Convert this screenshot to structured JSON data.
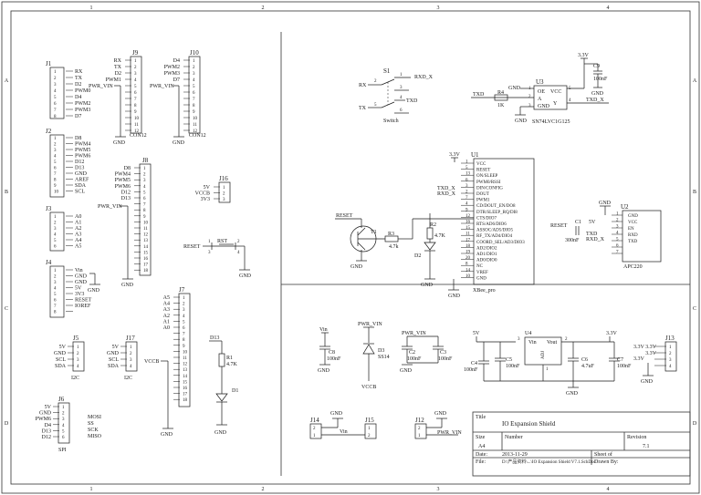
{
  "border": {
    "col_labels": [
      "1",
      "2",
      "3",
      "4"
    ],
    "row_labels": [
      "A",
      "B",
      "C",
      "D"
    ]
  },
  "j1": {
    "ref": "J1",
    "pins": [
      "1",
      "2",
      "3",
      "4",
      "5",
      "6",
      "7",
      "8"
    ],
    "nets": [
      "RX",
      "TX",
      "D2",
      "PWM0",
      "D4",
      "PWM2",
      "PWM3",
      "D7"
    ]
  },
  "j9": {
    "ref": "J9",
    "pins": [
      "1",
      "2",
      "3",
      "4",
      "5",
      "6",
      "7",
      "8",
      "9",
      "10",
      "11",
      "12"
    ],
    "nets": [
      "RX",
      "TX",
      "D2",
      "PWM1"
    ],
    "net_side": "PWR_VIN",
    "part": "CON12",
    "gnd": "GND"
  },
  "j10": {
    "ref": "J10",
    "pins": [
      "1",
      "2",
      "3",
      "4",
      "5",
      "6",
      "7",
      "8",
      "9",
      "10",
      "11",
      "12"
    ],
    "nets": [
      "D4",
      "PWM2",
      "PWM3",
      "D7"
    ],
    "net_side": "PWR_VIN",
    "part": "CON12",
    "gnd": "GND"
  },
  "j2": {
    "ref": "J2",
    "pins": [
      "1",
      "2",
      "3",
      "4",
      "5",
      "6",
      "7",
      "8",
      "9",
      "10"
    ],
    "nets": [
      "D8",
      "PWM4",
      "PWM5",
      "PWM6",
      "D12",
      "D13",
      "GND",
      "AREF",
      "SDA",
      "SCL"
    ]
  },
  "j8": {
    "ref": "J8",
    "pins": [
      "1",
      "2",
      "3",
      "4",
      "5",
      "6",
      "7",
      "8",
      "9",
      "10",
      "11",
      "12",
      "13",
      "14",
      "15",
      "16",
      "17",
      "18"
    ],
    "nets": [
      "D8",
      "PWM4",
      "PWM5",
      "PWM6",
      "D12",
      "D13"
    ],
    "net_side": "PWR_VIN",
    "gnd": "GND"
  },
  "j16": {
    "ref": "J16",
    "pins": [
      "1",
      "2",
      "3"
    ],
    "nets": [
      "5V",
      "VCCB",
      "3V3"
    ]
  },
  "j3": {
    "ref": "J3",
    "pins": [
      "1",
      "2",
      "3",
      "4",
      "5",
      "6"
    ],
    "nets": [
      "A0",
      "A1",
      "A2",
      "A3",
      "A4",
      "A5"
    ]
  },
  "rst": {
    "ref": "RST",
    "net": "RESET",
    "pins": [
      "1",
      "2",
      "3",
      "4"
    ],
    "gnd": "GND"
  },
  "j4": {
    "ref": "J4",
    "pins": [
      "1",
      "2",
      "3",
      "4",
      "5",
      "6",
      "7",
      "8"
    ],
    "nets": [
      "Vin",
      "GND",
      "GND",
      "5V",
      "3V3",
      "RESET",
      "IOREF"
    ],
    "gnd": "GND"
  },
  "s1": {
    "ref": "S1",
    "part": "Switch",
    "nets": [
      "RX",
      "TX",
      "RXD_X",
      "TXD"
    ],
    "pins": [
      "1",
      "2",
      "3",
      "4",
      "5",
      "6"
    ]
  },
  "u3": {
    "ref": "U3",
    "part": "SN74LVC1G125",
    "pins": [
      "OE",
      "A",
      "GND",
      "VCC",
      "Y"
    ],
    "pin_nums": [
      "1",
      "2",
      "3",
      "4",
      "5"
    ],
    "nets": [
      "TXD",
      "GND",
      "TXD_X"
    ],
    "r4": {
      "ref": "R4",
      "value": "1K"
    },
    "c9": {
      "ref": "C9",
      "value": "100nF"
    },
    "supply": "3.3V",
    "gnd": "GND"
  },
  "u1": {
    "ref": "U1",
    "part": "XBee_pro",
    "pins": [
      "VCC",
      "RESET",
      "ON/SLEEP",
      "PWM0/RSSI",
      "DIN/CONFIG",
      "DOUT",
      "PWM1",
      "CD/DOUT_EN/DO8",
      "DTR/SLEEP_RQ/DI8",
      "CTS/DIO7",
      "RTS/AD6/DIO6",
      "ASSOC/AD5/DIO5",
      "RF_TX/AD4/DIO4",
      "COORD_SEL/AD3/DIO3",
      "AD2/DIO2",
      "AD1/DIO1",
      "AD0/DIO0",
      "NC",
      "VREF",
      "GND"
    ],
    "pin_nums": [
      "1",
      "5",
      "13",
      "6",
      "3",
      "2",
      "7",
      "4",
      "9",
      "12",
      "16",
      "15",
      "11",
      "17",
      "18",
      "19",
      "20",
      "8",
      "14",
      "10"
    ],
    "supply": "3.3V",
    "nets": [
      "TXD_X",
      "RXD_X",
      "RESET"
    ],
    "gnd": "GND"
  },
  "t1": {
    "ref": "T1",
    "r3": {
      "ref": "R3",
      "value": "4.7k"
    },
    "r2": {
      "ref": "R2",
      "value": "4.7K"
    },
    "d2": "D2",
    "gnd": "GND"
  },
  "u2": {
    "ref": "U2",
    "part": "APC220",
    "pins": [
      "GND",
      "VCC",
      "EN",
      "RXD",
      "TXD",
      "",
      ""
    ],
    "pin_nums": [
      "1",
      "2",
      "3",
      "4",
      "5",
      "6",
      "7"
    ],
    "nets": [
      "RESET",
      "5V",
      "TXD",
      "RXD_X"
    ],
    "c1": {
      "ref": "C1",
      "value": "300nF"
    },
    "gnd": "GND"
  },
  "j5": {
    "ref": "J5",
    "pins": [
      "1",
      "2",
      "3",
      "4"
    ],
    "nets": [
      "5V",
      "GND",
      "SCL",
      "SDA"
    ],
    "part": "I2C"
  },
  "j17": {
    "ref": "J17",
    "pins": [
      "1",
      "2",
      "3",
      "4"
    ],
    "nets": [
      "5V",
      "GND",
      "SCL",
      "SDA"
    ],
    "part": "I2C"
  },
  "j7": {
    "ref": "J7",
    "pins": [
      "1",
      "2",
      "3",
      "4",
      "5",
      "6",
      "7",
      "8",
      "9",
      "10",
      "11",
      "12",
      "13",
      "14",
      "15",
      "16",
      "17",
      "18"
    ],
    "nets": [
      "A5",
      "A4",
      "A3",
      "A2",
      "A1",
      "A0"
    ],
    "net_side": "VCCB",
    "gnd": "GND"
  },
  "d13": {
    "net": "D13",
    "r1": {
      "ref": "R1",
      "value": "4.7K"
    },
    "d1": "D1",
    "gnd": "GND"
  },
  "j6": {
    "ref": "J6",
    "pins": [
      "1",
      "2",
      "3",
      "4",
      "5",
      "6"
    ],
    "nets": [
      "5V",
      "GND",
      "PWM6",
      "D4",
      "D13",
      "D12"
    ],
    "funcs": [
      "MOSI",
      "SS",
      "SCK",
      "MISO"
    ],
    "part": "SPI"
  },
  "power": {
    "vin": "Vin",
    "c8": {
      "ref": "C8",
      "value": "100nF"
    },
    "pwr_vin": "PWR_VIN",
    "d3": {
      "ref": "D3",
      "value": "SS14"
    },
    "vccb": "VCCB",
    "c2": {
      "ref": "C2",
      "value": "100nF"
    },
    "c3": {
      "ref": "C3",
      "value": "100nF"
    },
    "v5": "5V",
    "c4": {
      "ref": "C4",
      "value": "100nF"
    },
    "c5": {
      "ref": "C5",
      "value": "100nF"
    },
    "u4": {
      "ref": "U4",
      "part": "ADJ",
      "pins": [
        "Vin",
        "Vout"
      ],
      "pin_nums": [
        "3",
        "2",
        "1"
      ]
    },
    "c6": {
      "ref": "C6",
      "value": "4.7uF"
    },
    "c7": {
      "ref": "C7",
      "value": "100nF"
    },
    "v33": "3.3V",
    "gnd": "GND"
  },
  "j13": {
    "ref": "J13",
    "pins": [
      "1",
      "2",
      "3",
      "4"
    ],
    "nets": [
      "3.3V",
      "3.3V"
    ],
    "gnd": "GND"
  },
  "j14": {
    "ref": "J14",
    "pins": [
      "2",
      "1"
    ],
    "nets": [
      "GND",
      "Vin"
    ]
  },
  "j15": {
    "ref": "J15",
    "pins": [
      "1",
      "2"
    ]
  },
  "j12": {
    "ref": "J12",
    "pins": [
      "2",
      "1"
    ],
    "nets": [
      "GND",
      "PWR_VIN"
    ]
  },
  "title_block": {
    "title_label": "Title",
    "title": "IO Expansion Shield",
    "size_label": "Size",
    "size": "A4",
    "number_label": "Number",
    "revision_label": "Revision",
    "revision": "7.1",
    "date_label": "Date:",
    "date": "2013-11-29",
    "file_label": "File:",
    "file": "D:\\产品资料\\...\\IO Expansion Shield V7.1.SchDoc",
    "sheet_label": "Sheet  of",
    "drawn_label": "Drawn By:"
  }
}
